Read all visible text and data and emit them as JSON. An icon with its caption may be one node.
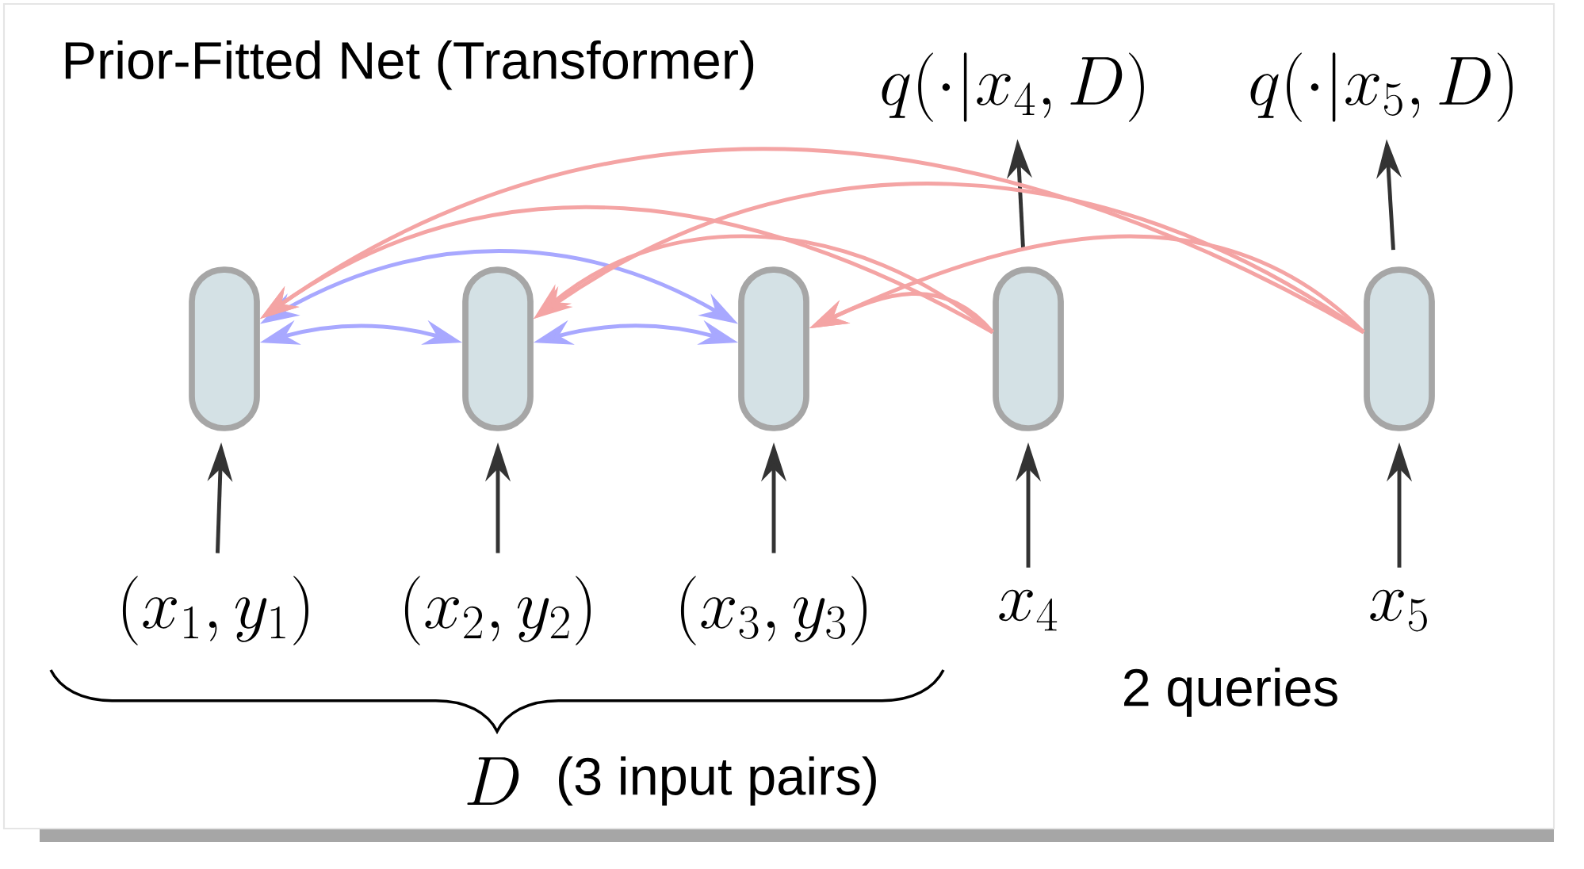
{
  "diagram": {
    "title": "Prior-Fitted Net (Transformer)",
    "nodes": [
      {
        "text": [
          "q(\\cdot|x_4, D)"
        ]
      },
      {
        "text": [
          "q(\\cdot|x_5, D)"
        ]
      },
      {
        "text": [],
        "shape": "capsule"
      },
      {
        "text": [],
        "shape": "capsule"
      },
      {
        "text": [],
        "shape": "capsule"
      },
      {
        "text": [],
        "shape": "capsule"
      },
      {
        "text": [],
        "shape": "capsule"
      },
      {
        "text": [
          "(x_1, y_1)"
        ]
      },
      {
        "text": [
          "(x_2, y_2)"
        ]
      },
      {
        "text": [
          "(x_3, y_3)"
        ]
      },
      {
        "text": [
          "x_4"
        ]
      },
      {
        "text": [
          "x_5"
        ]
      }
    ],
    "edges": [
      {
        "from": 7,
        "to": 2,
        "arrow": "to"
      },
      {
        "from": 8,
        "to": 3,
        "arrow": "to"
      },
      {
        "from": 9,
        "to": 4,
        "arrow": "to"
      },
      {
        "from": 10,
        "to": 5,
        "arrow": "to"
      },
      {
        "from": 11,
        "to": 6,
        "arrow": "to"
      },
      {
        "from": 5,
        "to": 0,
        "arrow": "to"
      },
      {
        "from": 6,
        "to": 1,
        "arrow": "to"
      },
      {
        "from": 2,
        "to": 3,
        "arrow": "both",
        "color": "#a8a8ff"
      },
      {
        "from": 3,
        "to": 4,
        "arrow": "both",
        "color": "#a8a8ff"
      },
      {
        "from": 2,
        "to": 4,
        "arrow": "both",
        "color": "#a8a8ff"
      },
      {
        "from": 5,
        "to": 2,
        "arrow": "to",
        "color": "#f4a4a4"
      },
      {
        "from": 5,
        "to": 3,
        "arrow": "to",
        "color": "#f4a4a4"
      },
      {
        "from": 5,
        "to": 4,
        "arrow": "to",
        "color": "#f4a4a4"
      },
      {
        "from": 6,
        "to": 2,
        "arrow": "to",
        "color": "#f4a4a4"
      },
      {
        "from": 6,
        "to": 3,
        "arrow": "to",
        "color": "#f4a4a4"
      },
      {
        "from": 6,
        "to": 4,
        "arrow": "to",
        "color": "#f4a4a4"
      }
    ],
    "labels": [
      "D",
      "(3 input pairs)",
      "2 queries"
    ]
  }
}
